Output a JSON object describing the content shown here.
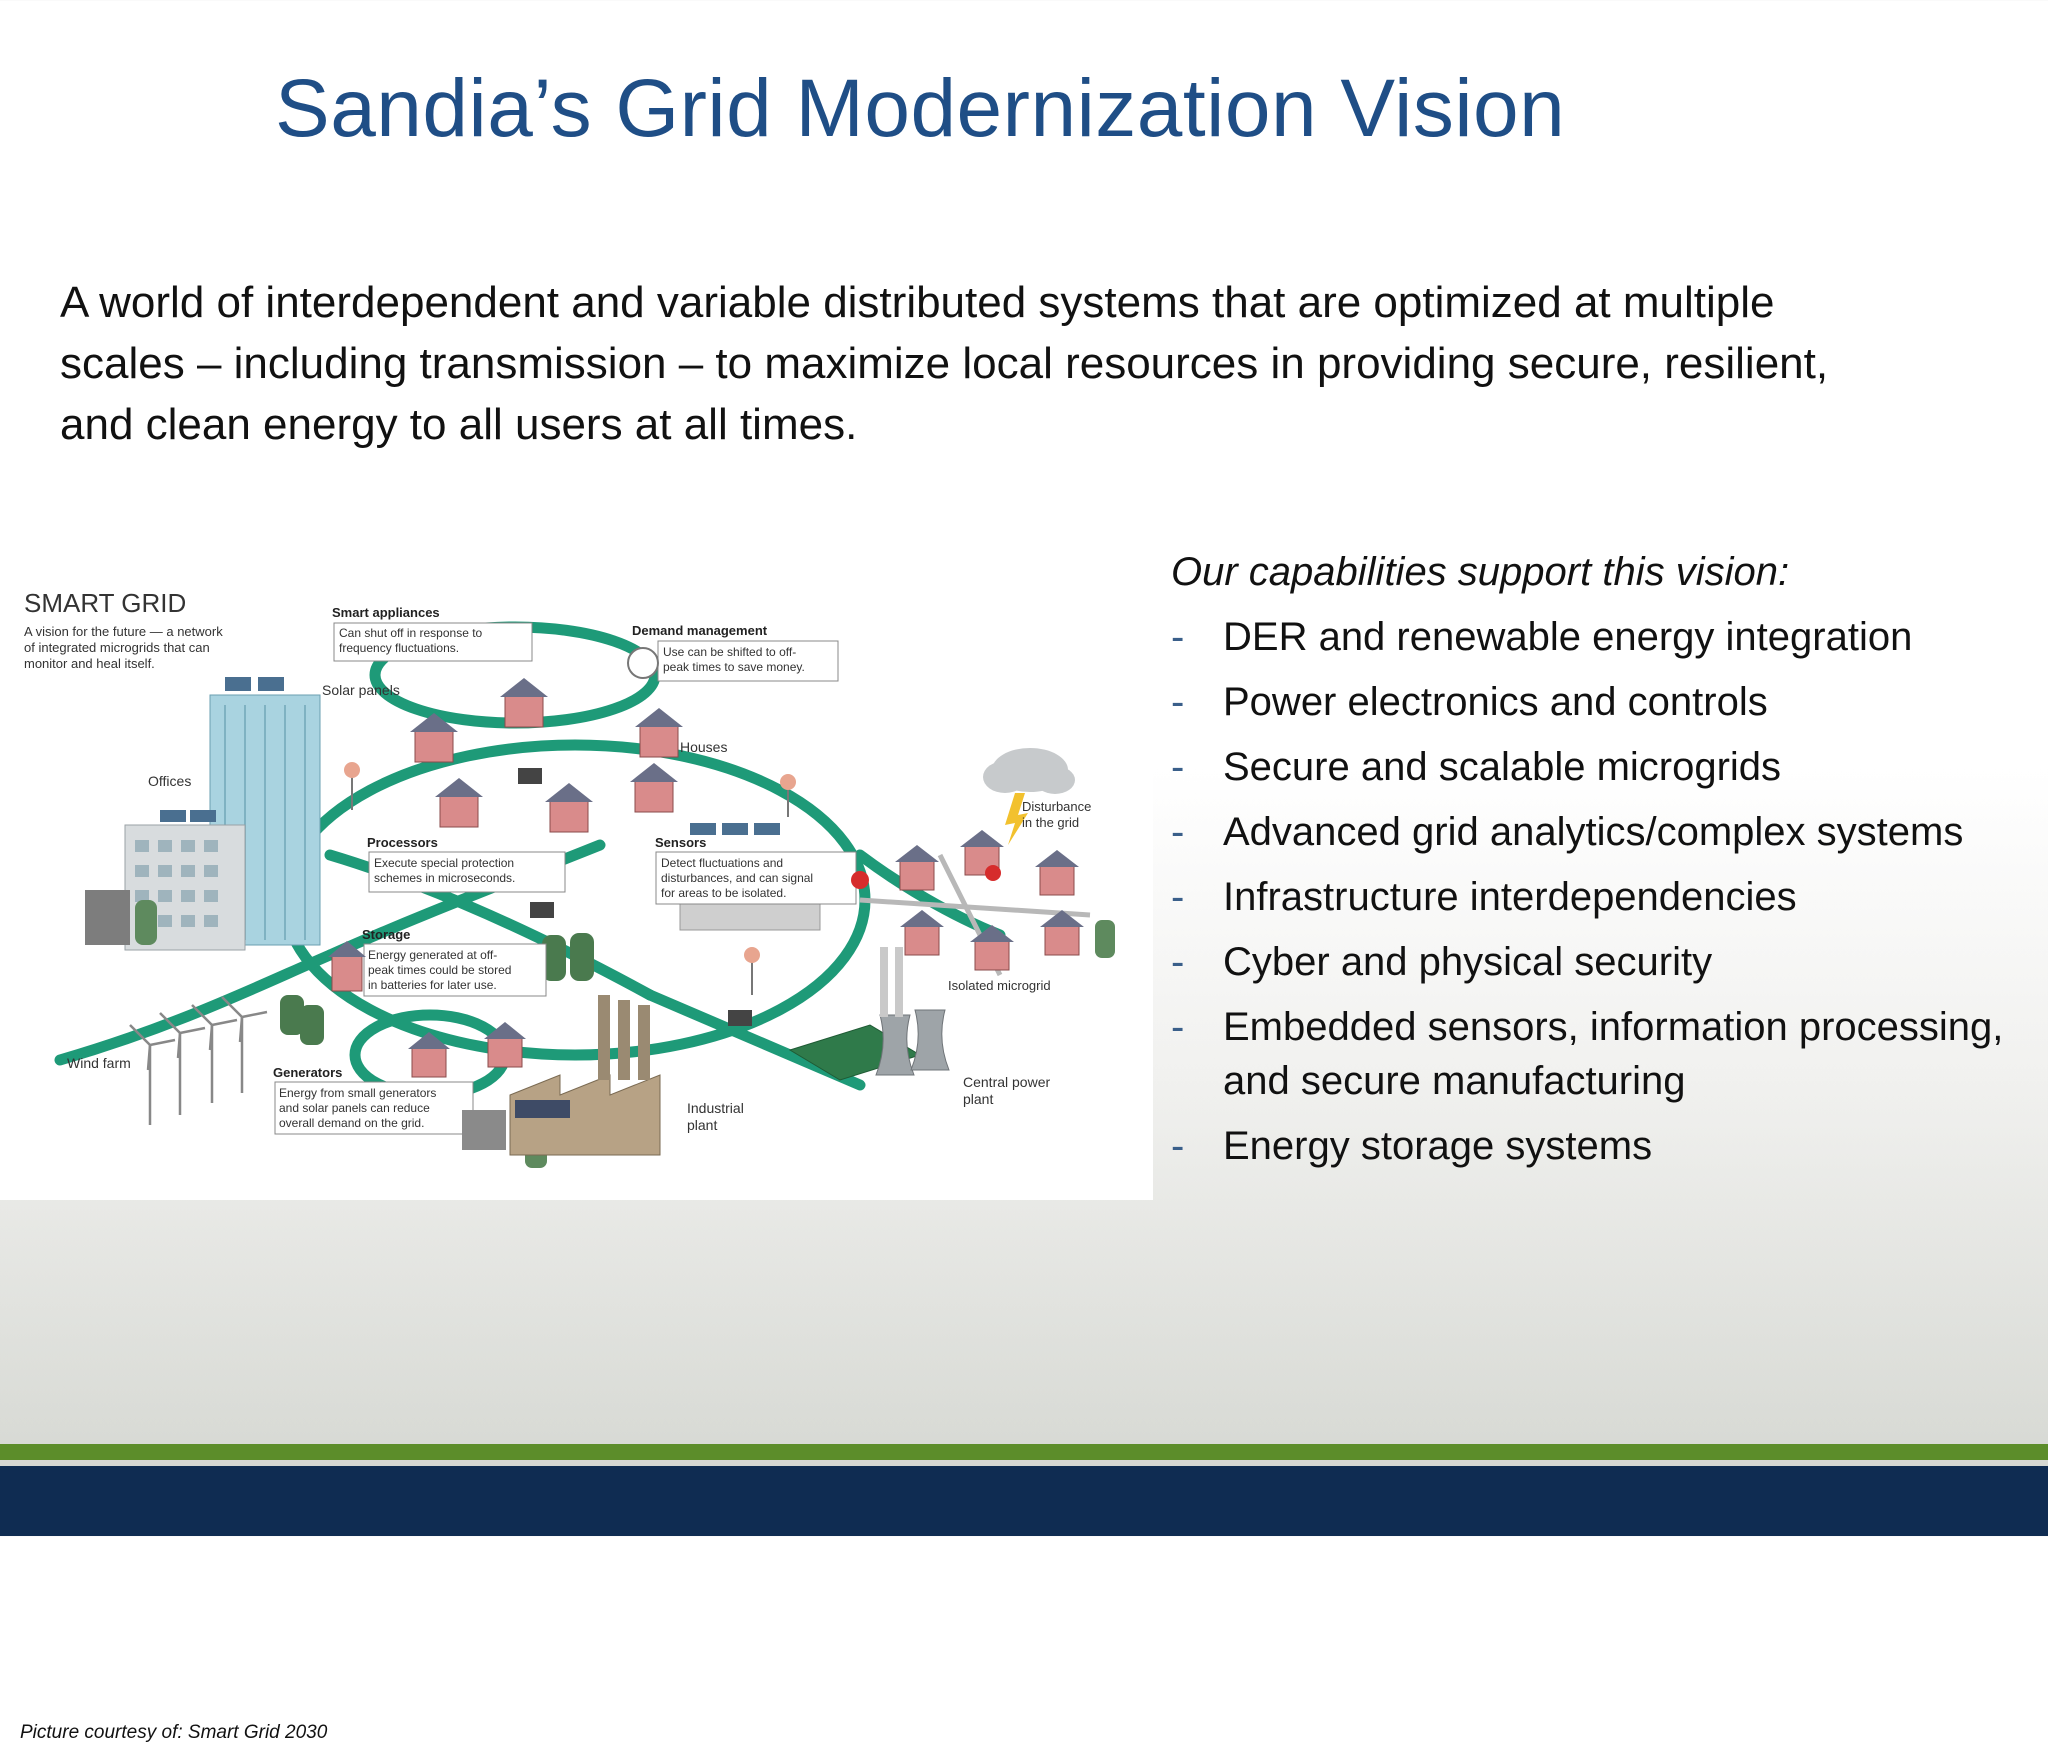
{
  "slide": {
    "title": "Sandia’s Grid Modernization Vision",
    "intro": "A world of interdependent and variable distributed systems that are optimized at multiple scales – including transmission – to maximize local resources in providing secure, resilient, and clean energy to all users at all times."
  },
  "figure": {
    "heading": "SMART GRID",
    "subtitle_lines": [
      "A vision for the future — a network",
      "of integrated microgrids that can",
      "monitor and heal itself."
    ],
    "labels": {
      "smart_appliances": "Smart appliances",
      "smart_appliances_desc": [
        "Can shut off in response to",
        "frequency fluctuations."
      ],
      "demand_management": "Demand management",
      "demand_management_desc": [
        "Use can be shifted to off-",
        "peak times to save money."
      ],
      "solar_panels": "Solar panels",
      "offices": "Offices",
      "houses": "Houses",
      "disturbance": [
        "Disturbance",
        "in the grid"
      ],
      "processors": "Processors",
      "processors_desc": [
        "Execute special protection",
        "schemes in microseconds."
      ],
      "sensors": "Sensors",
      "sensors_desc": [
        "Detect fluctuations and",
        "disturbances, and can signal",
        "for areas to be isolated."
      ],
      "storage": "Storage",
      "storage_desc": [
        "Energy generated at off-",
        "peak times could be stored",
        "in batteries for later use."
      ],
      "isolated_microgrid": "Isolated microgrid",
      "wind_farm": "Wind farm",
      "generators": "Generators",
      "generators_desc": [
        "Energy from small generators",
        "and solar panels can reduce",
        "overall demand on the grid."
      ],
      "industrial_plant": [
        "Industrial",
        "plant"
      ],
      "central_power_plant": [
        "Central power",
        "plant"
      ]
    },
    "credit": "Picture courtesy of: Smart Grid 2030"
  },
  "capabilities": {
    "heading": "Our capabilities support this vision:",
    "bullet": "-",
    "items": [
      "DER and renewable energy integration",
      "Power electronics and controls",
      "Secure and scalable microgrids",
      "Advanced grid analytics/complex systems",
      "Infrastructure interdependencies",
      "Cyber and physical security",
      "Embedded sensors, information processing, and secure manufacturing",
      "Energy storage systems"
    ]
  },
  "colors": {
    "title": "#1f4e86",
    "grid_line": "#1e9a78",
    "green_bar": "#5c8d2a",
    "navy_bar": "#0f2c52",
    "bullet": "#3a5f8a"
  },
  "icons": [
    "house-icon",
    "office-building-icon",
    "wind-turbine-icon",
    "cloud-icon",
    "lightning-icon",
    "factory-icon",
    "cooling-tower-icon",
    "battery-icon",
    "processor-chip-icon",
    "sensor-pin-icon",
    "gauge-icon"
  ]
}
